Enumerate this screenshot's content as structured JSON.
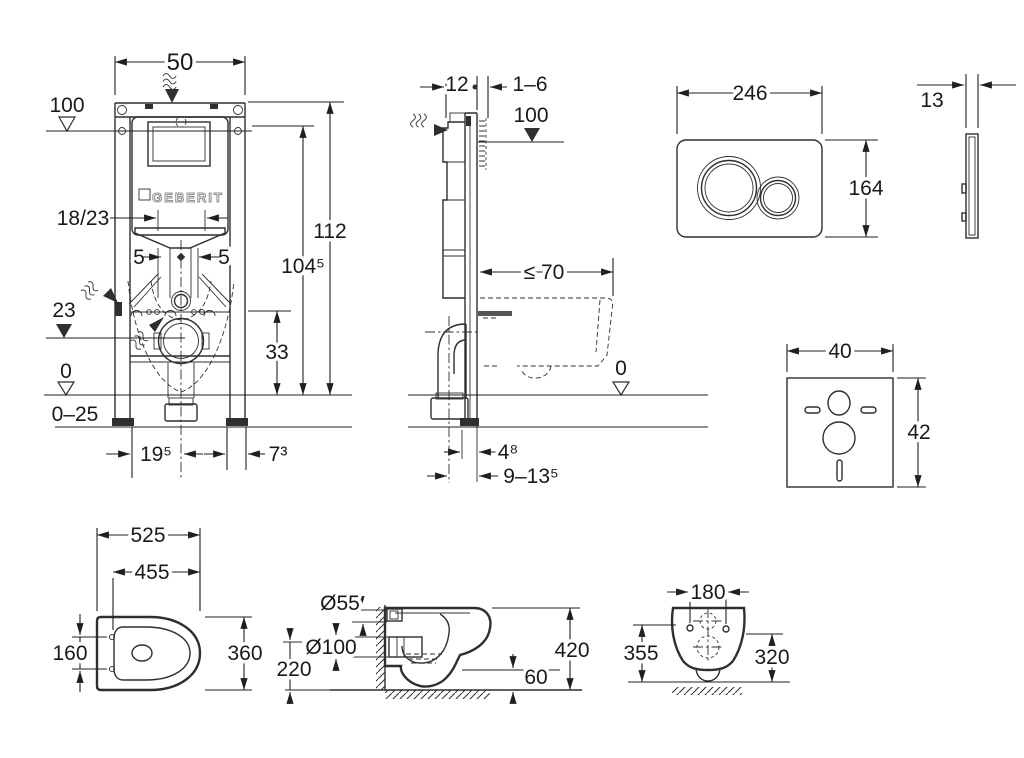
{
  "drawing": {
    "brand_logo": "GEBERIT",
    "views": {
      "frame_front": {
        "dims": {
          "top_width": "50",
          "level_top": "100",
          "flush_pipe": "18/23",
          "offset_left": "5",
          "offset_right": "5",
          "outlet_level": "23",
          "floor_level": "0",
          "floor_buildup": "0–25",
          "center_offset": "19⁵",
          "side_offset": "7³",
          "support_height": "33",
          "height_sub": "104⁵",
          "height_total": "112"
        }
      },
      "frame_side": {
        "dims": {
          "frame_depth": "12",
          "wall_lining": "1–6",
          "level_top": "100",
          "pan_depth": "≤ 70",
          "floor_level": "0",
          "front_offset": "4⁸",
          "outlet_offset": "9–13⁵"
        }
      },
      "flush_plate": {
        "dims": {
          "width": "246",
          "height": "164",
          "thickness": "13"
        }
      },
      "sound_pad": {
        "dims": {
          "width": "40",
          "height": "42"
        }
      },
      "pan_top": {
        "dims": {
          "length": "525",
          "inner_length": "455",
          "hole_spacing": "160",
          "width": "360"
        }
      },
      "pan_side": {
        "dims": {
          "flush_dia": "Ø55",
          "outlet_dia": "Ø100",
          "outlet_height": "220",
          "rim_height": "420",
          "clearance": "60"
        }
      },
      "pan_rear": {
        "dims": {
          "hole_spacing": "180",
          "height_left": "355",
          "height_right": "320"
        }
      }
    }
  }
}
